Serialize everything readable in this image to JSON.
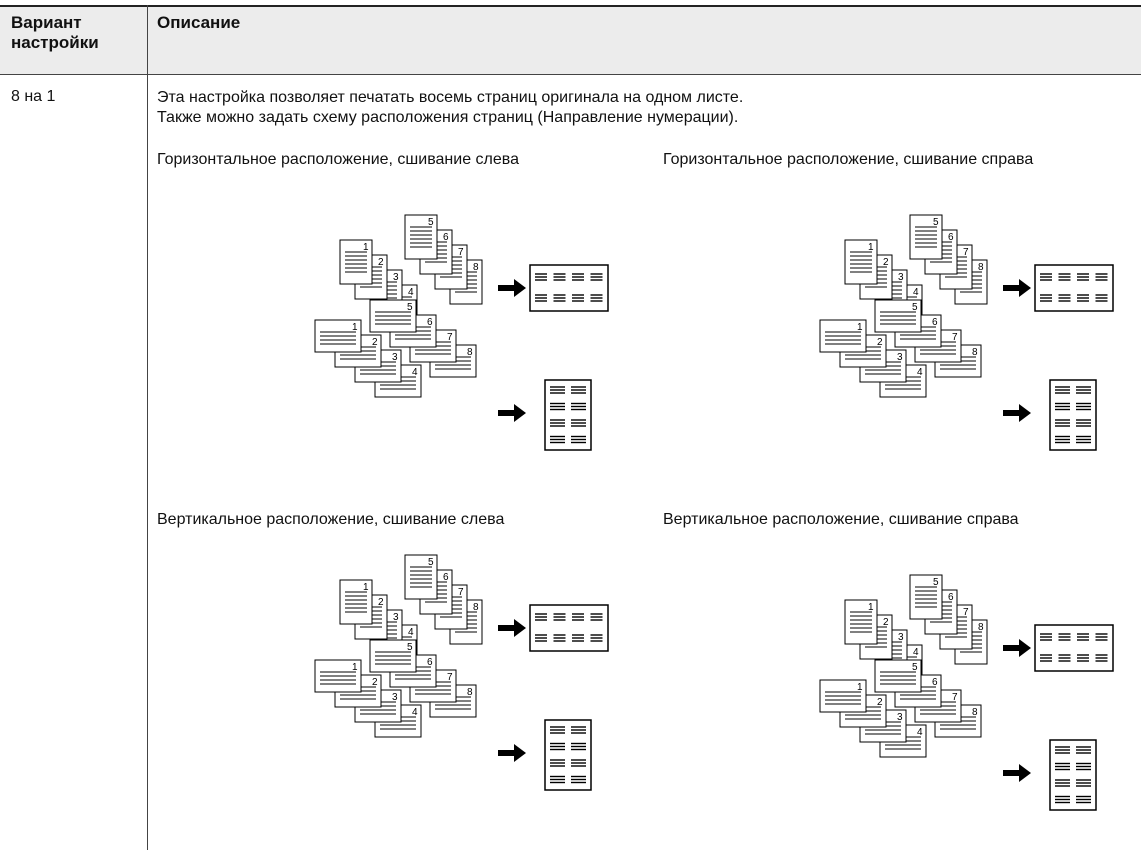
{
  "table": {
    "header": {
      "col1": "Вариант настройки",
      "col2": "Описание"
    },
    "row": {
      "option": "8 на 1",
      "description": [
        "Эта настройка позволяет печатать восемь страниц оригинала на одном листе.",
        "Также можно задать схему расположения страниц (Направление нумерации)."
      ],
      "layouts": [
        {
          "caption": "Горизонтальное расположение, сшивание слева"
        },
        {
          "caption": "Горизонтальное расположение, сшивание справа"
        },
        {
          "caption": "Вертикальное расположение, сшивание слева"
        },
        {
          "caption": "Вертикальное расположение, сшивание справа"
        }
      ],
      "page_numbers": [
        "1",
        "2",
        "3",
        "4",
        "5",
        "6",
        "7",
        "8"
      ]
    }
  }
}
